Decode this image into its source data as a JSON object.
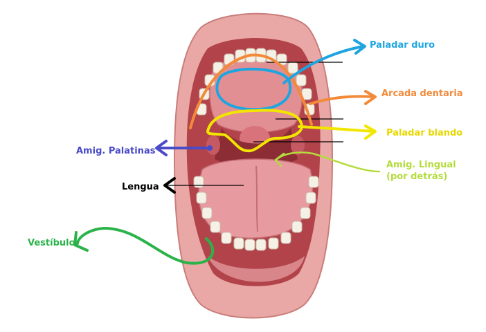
{
  "labels": {
    "paladar_duro": "Paladar duro",
    "arcada_dentaria": "Arcada dentaria",
    "paladar_blando": "Paladar blando",
    "amig_palatinas": "Amig. Palatinas",
    "amig_lingual_1": "Amig. Lingual",
    "amig_lingual_2": "(por detrás)",
    "lengua": "Lengua",
    "vestibulo": "Vestíbulo"
  },
  "colors": {
    "paladar_duro": "#1ea5e0",
    "arcada_dentaria": "#f28a3a",
    "paladar_blando": "#e8d800",
    "amig_palatinas": "#4b4bc8",
    "amig_lingual": "#b4dc3c",
    "lengua": "#000000",
    "vestibulo": "#2bb34a",
    "lips": "#e9a8a5",
    "mouth_interior": "#c9585e",
    "palate": "#e28f94",
    "tongue": "#e79aa0",
    "teeth": "#f6f1e6"
  }
}
